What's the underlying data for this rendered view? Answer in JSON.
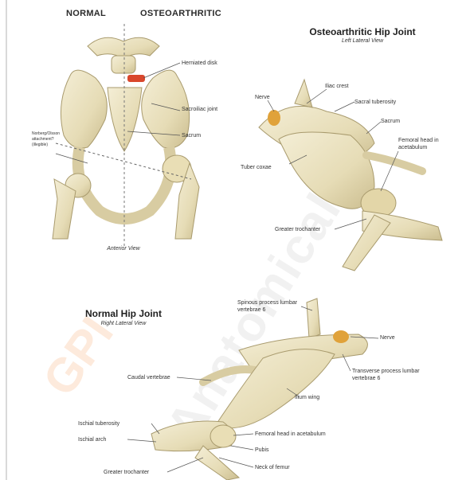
{
  "watermark": {
    "brand": "GPI",
    "text": "Anatomical"
  },
  "pelvis_panel": {
    "header_left": "NORMAL",
    "header_right": "OSTEOARTHRITIC",
    "labels": {
      "herniated_disk": "Herniated disk",
      "sacroiliac_joint": "Sacroiliac joint",
      "sacrum": "Sacrum",
      "ligament": "Norberg/Olsson attachment? (illegible)"
    },
    "caption": "Anterior View"
  },
  "oa_hip_panel": {
    "title": "Osteoarthritic Hip Joint",
    "subtitle": "Left Lateral View",
    "labels": {
      "nerve": "Nerve",
      "iliac_crest": "Iliac crest",
      "sacral_tuberosity": "Sacral tuberosity",
      "sacrum": "Sacrum",
      "femoral_head": "Femoral head in acetabulum",
      "tuber_coxae": "Tuber coxae",
      "greater_trochanter": "Greater trochanter"
    }
  },
  "normal_hip_panel": {
    "title": "Normal Hip Joint",
    "subtitle": "Right Lateral View",
    "labels": {
      "spinous_process": "Spinous process lumbar vertebrae 6",
      "nerve": "Nerve",
      "transverse_process": "Transverse process lumbar vertebrae 6",
      "caudal_vertebrae": "Caudal vertebrae",
      "ilium_wing": "Ilium wing",
      "ischial_tuberosity": "Ischial tuberosity",
      "ischial_arch": "Ischial arch",
      "femoral_head": "Femoral head in acetabulum",
      "pubis": "Pubis",
      "greater_trochanter": "Greater trochanter",
      "neck_of_femur": "Neck of femur"
    }
  },
  "colors": {
    "bone": "#ece3c2",
    "bone_shadow": "#c9bd94",
    "nerve": "#e0a23a",
    "disk": "#d9472c",
    "leader": "#555555"
  }
}
